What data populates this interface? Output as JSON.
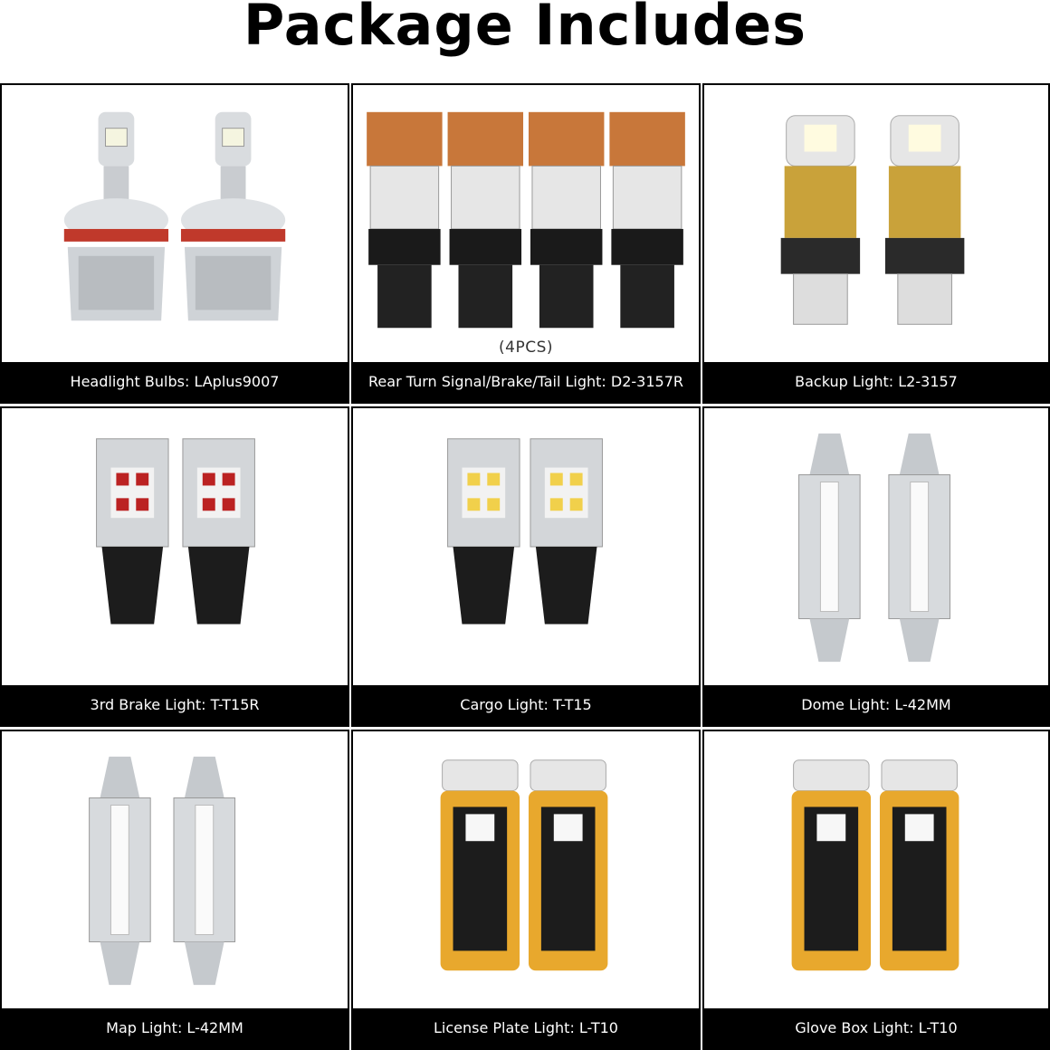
{
  "page": {
    "title": "Package Includes"
  },
  "items": [
    {
      "label": "Headlight Bulbs: LAplus9007",
      "type": "headlight"
    },
    {
      "label": "Rear Turn Signal/Brake/Tail Light: D2-3157R",
      "type": "copper3157",
      "qty": "(4PCS)"
    },
    {
      "label": "Backup Light: L2-3157",
      "type": "gold3157"
    },
    {
      "label": "3rd Brake Light: T-T15R",
      "type": "t15red"
    },
    {
      "label": "Cargo Light: T-T15",
      "type": "t15white"
    },
    {
      "label": "Dome Light: L-42MM",
      "type": "festoon"
    },
    {
      "label": "Map Light: L-42MM",
      "type": "festoon"
    },
    {
      "label": "License Plate Light: L-T10",
      "type": "t10"
    },
    {
      "label": "Glove Box Light: L-T10",
      "type": "t10"
    }
  ],
  "colors": {
    "caption_bg": "#000000",
    "caption_text": "#ffffff",
    "border": "#000000"
  }
}
